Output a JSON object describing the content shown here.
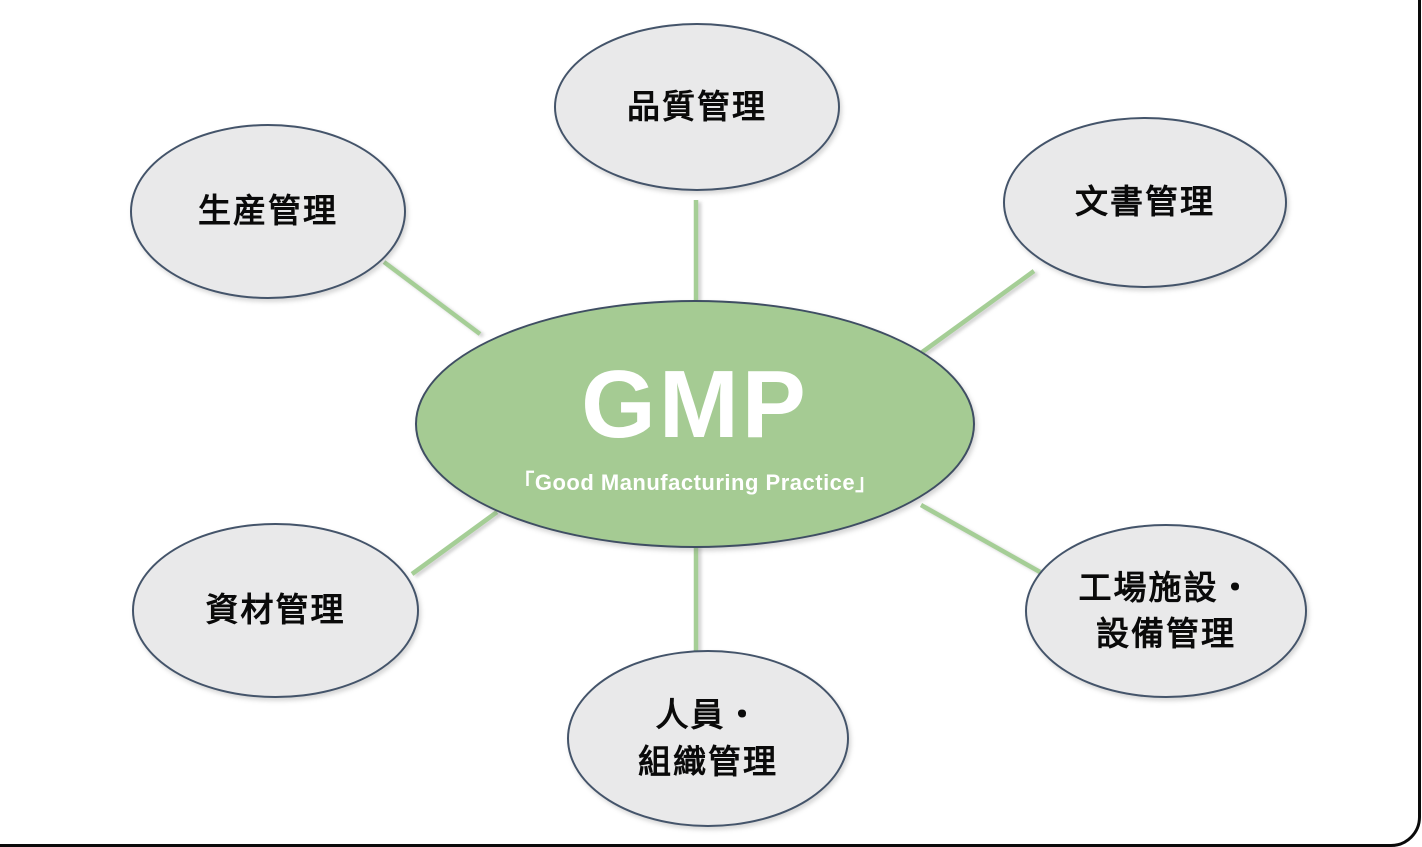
{
  "diagram": {
    "center": {
      "title": "GMP",
      "subtitle": "「Good Manufacturing Practice」"
    },
    "nodes": [
      {
        "id": "quality",
        "label": "品質管理"
      },
      {
        "id": "production",
        "label": "生産管理"
      },
      {
        "id": "document",
        "label": "文書管理"
      },
      {
        "id": "material",
        "label": "資材管理"
      },
      {
        "id": "facility",
        "label": "工場施設・\n設備管理"
      },
      {
        "id": "personnel",
        "label": "人員・\n組織管理"
      }
    ],
    "colors": {
      "center_fill": "#a5cb93",
      "center_border": "#3f4e63",
      "center_text": "#ffffff",
      "node_fill": "#e9e9ea",
      "node_border": "#44546a",
      "node_text": "#0a0a0a",
      "connector": "#a5ce96",
      "frame": "#0a0a0a",
      "background": "#ffffff"
    }
  }
}
